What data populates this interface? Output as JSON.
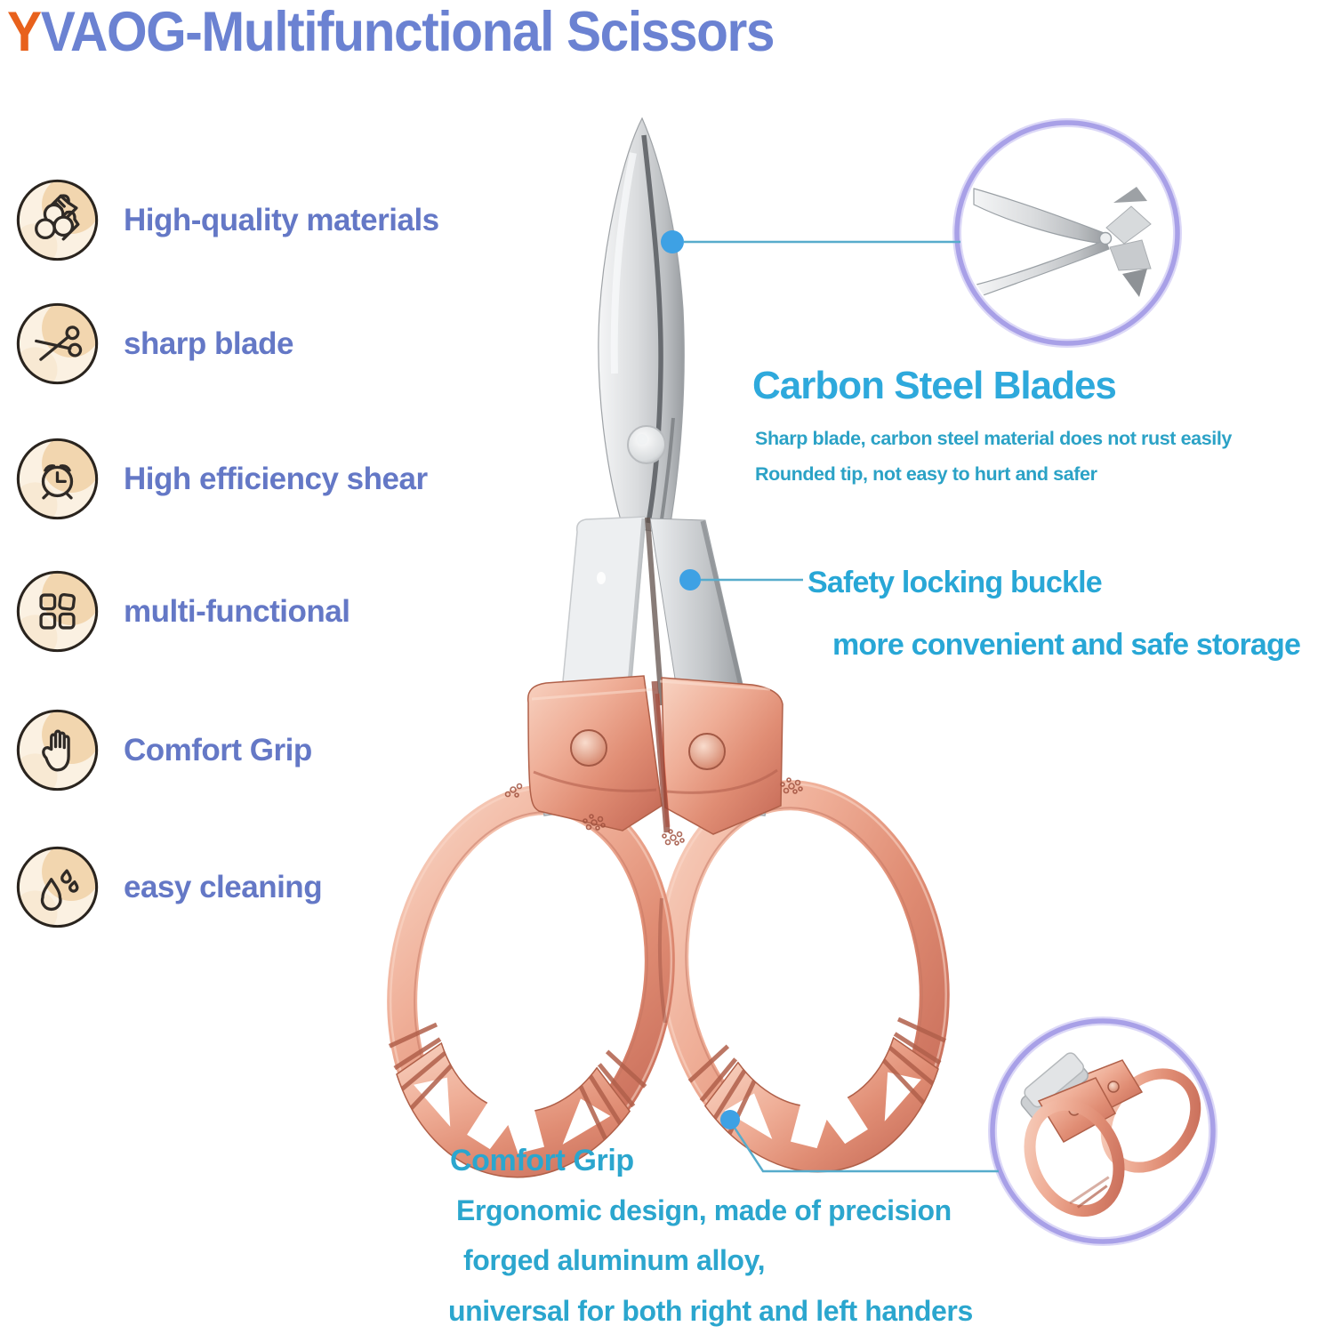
{
  "title": {
    "prefix": "Y",
    "rest": "VAOG-Multifunctional Scissors"
  },
  "features": [
    {
      "label": "High-quality materials",
      "icon": "materials-icon"
    },
    {
      "label": "sharp blade",
      "icon": "scissors-icon"
    },
    {
      "label": "High efficiency shear",
      "icon": "alarm-clock-icon"
    },
    {
      "label": "multi-functional",
      "icon": "grid-icon"
    },
    {
      "label": "Comfort Grip",
      "icon": "hand-icon"
    },
    {
      "label": "easy cleaning",
      "icon": "water-drops-icon"
    }
  ],
  "callouts": {
    "carbon": {
      "heading": "Carbon Steel Blades",
      "line1": "Sharp blade, carbon steel material does not rust easily",
      "line2": "Rounded tip, not easy to hurt and safer"
    },
    "safety": {
      "line1": "Safety locking buckle",
      "line2": "more convenient and safe storage"
    },
    "grip": {
      "heading": "Comfort Grip",
      "line1": "Ergonomic design, made of precision",
      "line2": "forged aluminum alloy,",
      "line3": "universal for both right and left handers"
    }
  },
  "colors": {
    "title_blue": "#6B82D2",
    "title_orange": "#E8611C",
    "feature_blue": "#6478C6",
    "callout_cyan": "#2AA7D4",
    "leader_line": "#57ACCC",
    "dot_blue": "#3EA1E4",
    "inset_ring_lavender": "#A8A0E7",
    "rose_gold": "#E08D74",
    "steel_grey": "#C3C6C9",
    "icon_circle_fill": "#FBF1E2",
    "icon_crescent": "#F2D6AF"
  }
}
